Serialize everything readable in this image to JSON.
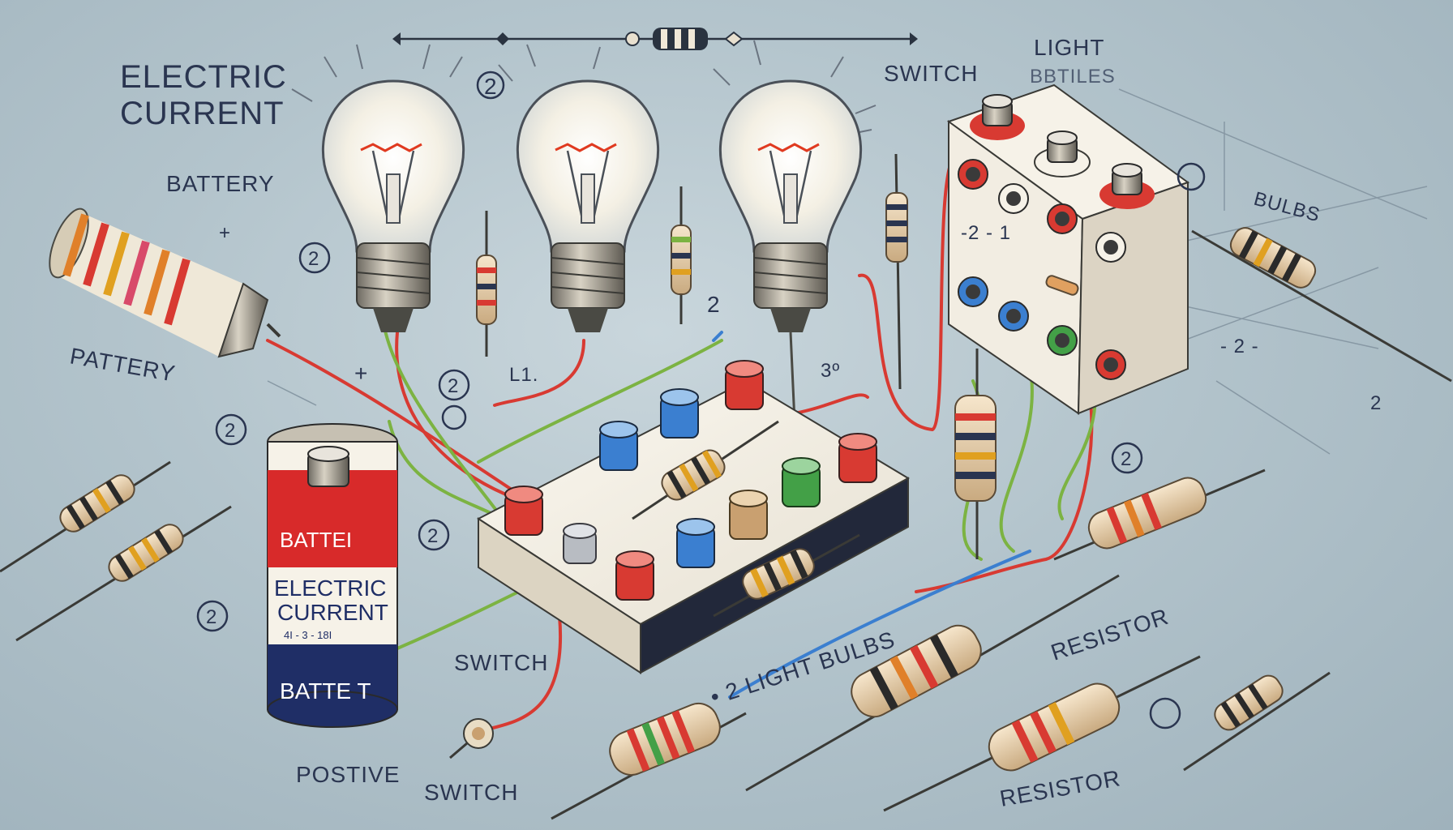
{
  "labels": {
    "electric_current": [
      "ELECTRIC",
      "CURRENT"
    ],
    "battery_top": "BATTERY",
    "pattery": "PATTERY",
    "switch_top": "SWITCH",
    "light_bbtiles": [
      "LIGHT",
      "BBTILES"
    ],
    "bulbs": "BULBS",
    "switch_mid": "SWITCH",
    "light_bulbs": "• 2 LIGHT BULBS",
    "resistor_right": "RESISTOR",
    "resistor_bottom": "RESISTOR",
    "postive": "POSTIVE",
    "switch_bottom": "SWITCH",
    "battery_can": {
      "top": "BATTEI",
      "middle": [
        "ELECTRIC",
        "CURRENT"
      ],
      "small": "4I - 3 - 18I",
      "bottom": "BATTE T"
    },
    "markers": {
      "two": "2",
      "plus": "+",
      "dot": "·",
      "l1": "L1.",
      "three": "3º",
      "two_one": "-2 - 1",
      "dash_two": "- 2 -",
      "b_mark": "\\"
    }
  },
  "colors": {
    "wire_red": "#d83a32",
    "wire_green": "#7cb342",
    "wire_blue": "#3b7fd0",
    "bulb_glow": "#fff6dc",
    "battery_red": "#d82a2a",
    "battery_navy": "#1f2e66"
  }
}
